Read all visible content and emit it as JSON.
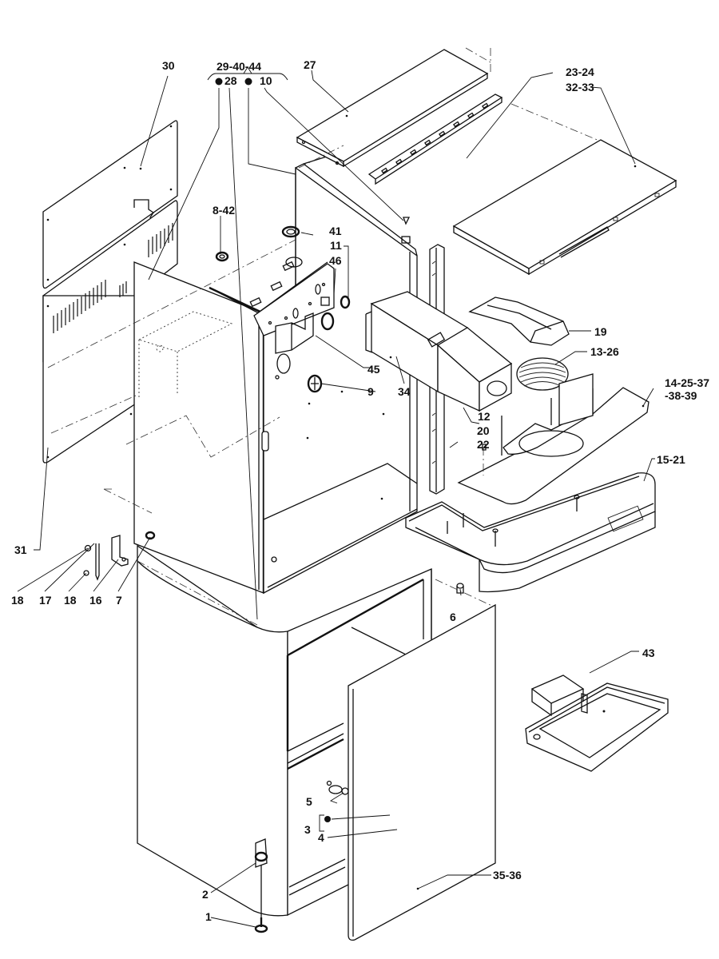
{
  "diagram": {
    "title": "Exploded parts view - cabinet assembly",
    "group_label": "29-40-44",
    "callouts": [
      {
        "id": "c1",
        "label": "1"
      },
      {
        "id": "c2",
        "label": "2"
      },
      {
        "id": "c3",
        "label": "3"
      },
      {
        "id": "c4",
        "label": "4"
      },
      {
        "id": "c5",
        "label": "5"
      },
      {
        "id": "c6",
        "label": "6"
      },
      {
        "id": "c7",
        "label": "7"
      },
      {
        "id": "c8_42",
        "label": "8-42"
      },
      {
        "id": "c9",
        "label": "9"
      },
      {
        "id": "c10",
        "label": "10"
      },
      {
        "id": "c11",
        "label": "11"
      },
      {
        "id": "c12",
        "label": "12"
      },
      {
        "id": "c13_26",
        "label": "13-26"
      },
      {
        "id": "c14",
        "label": "14-25-37"
      },
      {
        "id": "c14b",
        "label": "-38-39"
      },
      {
        "id": "c15_21",
        "label": "15-21"
      },
      {
        "id": "c16",
        "label": "16"
      },
      {
        "id": "c17",
        "label": "17"
      },
      {
        "id": "c18a",
        "label": "18"
      },
      {
        "id": "c18b",
        "label": "18"
      },
      {
        "id": "c19",
        "label": "19"
      },
      {
        "id": "c20",
        "label": "20"
      },
      {
        "id": "c22",
        "label": "22"
      },
      {
        "id": "c23_24",
        "label": "23-24"
      },
      {
        "id": "c27",
        "label": "27"
      },
      {
        "id": "c28",
        "label": "28"
      },
      {
        "id": "c30",
        "label": "30"
      },
      {
        "id": "c31",
        "label": "31"
      },
      {
        "id": "c32_33",
        "label": "32-33"
      },
      {
        "id": "c34",
        "label": "34"
      },
      {
        "id": "c35_36",
        "label": "35-36"
      },
      {
        "id": "c41",
        "label": "41"
      },
      {
        "id": "c43",
        "label": "43"
      },
      {
        "id": "c45",
        "label": "45"
      },
      {
        "id": "c46",
        "label": "46"
      }
    ]
  }
}
